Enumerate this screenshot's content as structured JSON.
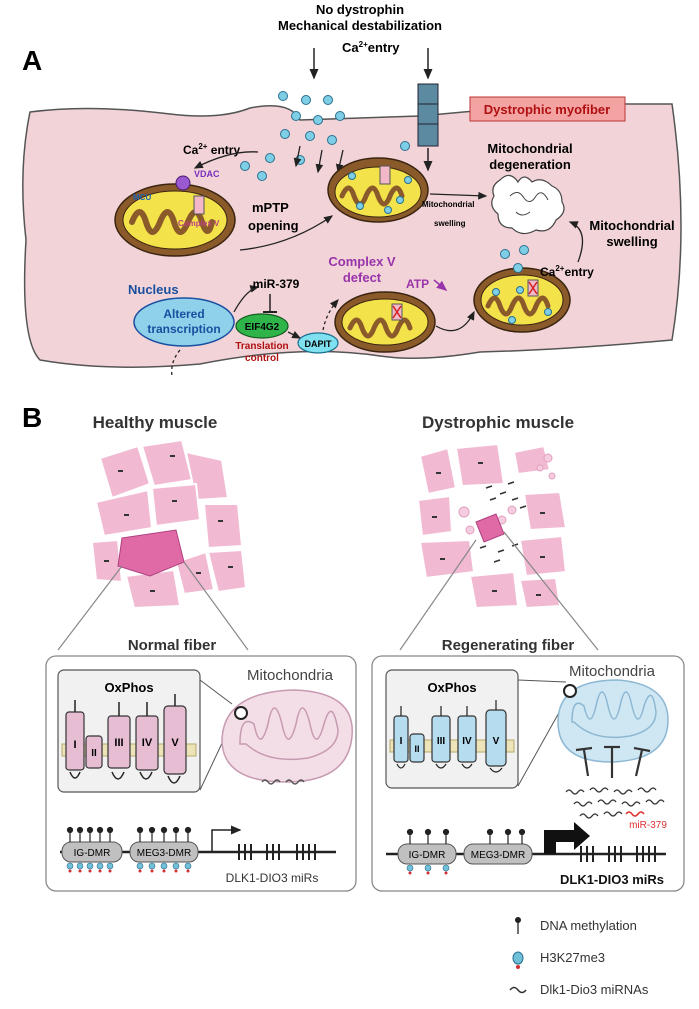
{
  "panelA": {
    "label": "A",
    "top_line1": "No dystrophin",
    "top_line2": "Mechanical destabilization",
    "ca_top": "Ca",
    "ca_top_sup": "2+",
    "ca_top_tail": "entry",
    "tag": "Dystrophic myofiber",
    "ca_left": "Ca",
    "ca_left_sup": "2+",
    "ca_left_tail": " entry",
    "vdac": "VDAC",
    "mcu": "MCU",
    "complex_v": "Complex V",
    "mptp1": "mPTP",
    "mptp2": "opening",
    "mito_swelling_small1": "Mitochondrial",
    "mito_swelling_small2": "swelling",
    "degeneration1": "Mitochondrial",
    "degeneration2": "degeneration",
    "swelling_right1": "Mitochondrial",
    "swelling_right2": "swelling",
    "ca_right": "Ca",
    "ca_right_sup": "2+",
    "ca_right_tail": "entry",
    "complexv_defect1": "Complex V",
    "complexv_defect2": "defect",
    "atp": "ATP",
    "nucleus": "Nucleus",
    "altered1": "Altered",
    "altered2": "transcription",
    "mir379": "miR-379",
    "eif4g2": "EIF4G2",
    "translation1": "Translation",
    "translation2": "control",
    "dapit": "DAPIT"
  },
  "panelB": {
    "label": "B",
    "healthy": "Healthy muscle",
    "dystrophic": "Dystrophic muscle",
    "normal_fiber": "Normal fiber",
    "regenerating_fiber": "Regenerating fiber",
    "mito_left": "Mitochondria",
    "mito_right": "Mitochondria",
    "oxphos_left": "OxPhos",
    "oxphos_right": "OxPhos",
    "complexes": [
      "I",
      "II",
      "III",
      "IV",
      "V"
    ],
    "ig_dmr": "IG-DMR",
    "meg3_dmr": "MEG3-DMR",
    "dlk_left": "DLK1-DIO3 miRs",
    "dlk_right": "DLK1-DIO3 miRs",
    "mir379_red": "miR-379"
  },
  "legend": {
    "dna_methylation": "DNA methylation",
    "h3k27me3": "H3K27me3",
    "mirnas": "Dlk1-Dio3 miRNAs"
  },
  "colors": {
    "cell_fill": "#f2d4d8",
    "mito_yellow": "#f3e24a",
    "mito_brown": "#8a5a2b",
    "ca_blue": "#7ecfe6",
    "tag_fill": "#f4a3a3",
    "healthy_fiber": "#f1b9d2",
    "highlight_fiber": "#e06aa6",
    "oxphos_pink": "#e7bdd3",
    "oxphos_blue": "#b5dcef",
    "purple_text": "#9933aa",
    "red_text": "#e03030"
  }
}
